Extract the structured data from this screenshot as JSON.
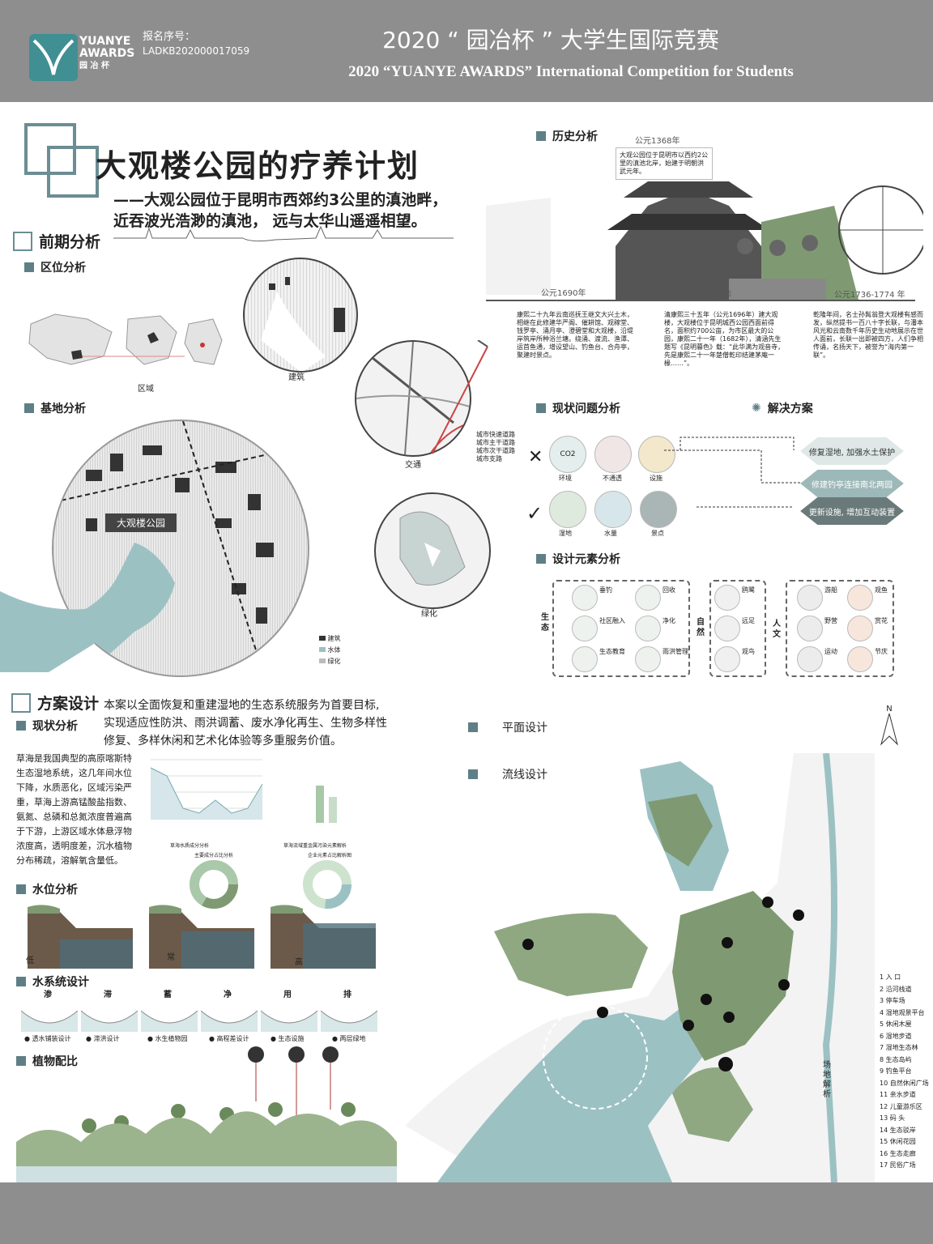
{
  "header": {
    "logo_en_1": "YUANYE",
    "logo_en_2": "AWARDS",
    "logo_cn": "园 冶 杯",
    "reg_label": "报名序号：",
    "reg_number": "LADKB202000017059",
    "title_cn": "2020 “ 园冶杯 ” 大学生国际竞赛",
    "title_en": "2020 “YUANYE AWARDS” International Competition for  Students"
  },
  "main_title": "大观楼公园的疗养计划",
  "subtitle_1": "——大观公园位于昆明市西郊约3公里的滇池畔，",
  "subtitle_2": "近吞波光浩渺的滇池， 远与太华山遥遥相望。",
  "early": {
    "heading": "前期分析",
    "location_heading": "区位分析",
    "location_label": "区域",
    "map_labels": [
      "建筑",
      "交通",
      "绿化"
    ],
    "site_heading": "基地分析",
    "site_label": "大观楼公园",
    "site_legend": [
      "建筑",
      "水体",
      "绿化"
    ],
    "traffic_legend": [
      "城市快速道路",
      "城市主干道路",
      "城市次干道路",
      "城市支路"
    ]
  },
  "history": {
    "heading": "历史分析",
    "era_1368": "公元1368年",
    "note_1368": "大观公园位于昆明市以西约2公里的滇池北岸，始建于明朝洪武元年。",
    "eras": [
      "公元1690年",
      "公元1696年",
      "公元1736-1774 年"
    ],
    "texts": [
      "康熙二十九年云南巡抚王继文大兴土木，相继在此修建华严阁、催耕馆、观稼堂、钱罗亭、涌月亭、澄碧堂和大观楼，沿堤岸筑岸所种浴兰塘。绕涌、渡流、渔潭、运首鱼通，增设望山、钓鱼台、合舟亭，聚建时景点。",
      "清康熙三十五年（公元1696年）建大观楼，大观楼位于昆明城西公园西面前得名，面积约700公亩，为市区最大的公园，康熙二十一年（1682年），清涵先生题写《昆明暮色》载：“此华满为观音寺，先是康熙二十一年楚僧乾印结建茅庵一椽……”。",
      "乾隆年间，名士孙髯翁登大观楼有感而发，纵然提书一百八十字长联，与潘本风光和云南数千年历史生动地展示在世人面前，长联一出即被四方，人们争相传诵，名扬天下，被誉为“海内第一联”。"
    ]
  },
  "problems": {
    "heading": "现状问题分析",
    "solution_heading": "解决方案",
    "bad_items": [
      "环境",
      "不通透",
      "设施"
    ],
    "good_items": [
      "湿地",
      "水量",
      "景点"
    ],
    "solutions": [
      "修复湿地, 加强水土保护",
      "修建钓亭连接南北两园",
      "更新设施, 增加互动装置"
    ],
    "co2": "CO2"
  },
  "elements": {
    "heading": "设计元素分析",
    "group_eco": "生态",
    "group_nature": "自然",
    "group_culture": "人文",
    "eco_items": [
      "垂钓",
      "回收",
      "社区融入",
      "净化",
      "生态教育",
      "雨洪管理"
    ],
    "nature_items": [
      "鸥鹭",
      "远足",
      "观鸟"
    ],
    "culture_items": [
      "游船",
      "观鱼",
      "野营",
      "赏花",
      "运动",
      "节庆"
    ]
  },
  "scheme": {
    "heading": "方案设计",
    "intro_1": "本案以全面恢复和重建湿地的生态系统服务为首要目标,",
    "intro_2": "实现适应性防洪、雨洪调蓄、废水净化再生、生物多样性",
    "intro_3": "修复、多样休闲和艺术化体验等多重服务价值。",
    "status_heading": "现状分析",
    "status_text": "草海是我国典型的高原喀斯特生态湿地系统，这几年间水位下降，水质恶化，区域污染严重，草海上游高锰酸盐指数、氨氮、总磷和总氮浓度普遍高于下游，上游区域水体悬浮物浓度高，透明度差，沉水植物分布稀疏，溶解氧含量低。",
    "chart_caption_1": "主要成分占比分析",
    "chart_caption_2": "企业元素占比解析图",
    "chart_top_caption_1": "草海水质成分分析",
    "chart_top_caption_2": "草海流域重金属污染元素解析",
    "water_heading": "水位分析",
    "water_levels": [
      "低",
      "常",
      "高"
    ],
    "system_heading": "水系统设计",
    "system_steps": [
      "渗",
      "滞",
      "蓄",
      "净",
      "用",
      "排"
    ],
    "system_labels": [
      "透水铺装设计",
      "滞洪设计",
      "水生植物园",
      "高程差设计",
      "生态设施",
      "两层绿地"
    ],
    "plant_heading": "植物配比",
    "plan_heading": "平面设计",
    "flow_heading": "流线设计",
    "north": "N",
    "vertical_label": "场地解析",
    "plan_legend": [
      "入 口",
      "沿河栈道",
      "停车场",
      "湿地观景平台",
      "休闲木屋",
      "湿地步道",
      "湿地生态林",
      "生态岛屿",
      "钓鱼平台",
      "自然休闲广场",
      "亲水步道",
      "儿童游乐区",
      "码 头",
      "生态驳岸",
      "休闲花园",
      "生态走廊",
      "民俗广场"
    ]
  },
  "colors": {
    "header_band": "#8e8e8e",
    "accent": "#5f7f86",
    "water": "#9cc1c3",
    "green": "#7f9a72"
  }
}
